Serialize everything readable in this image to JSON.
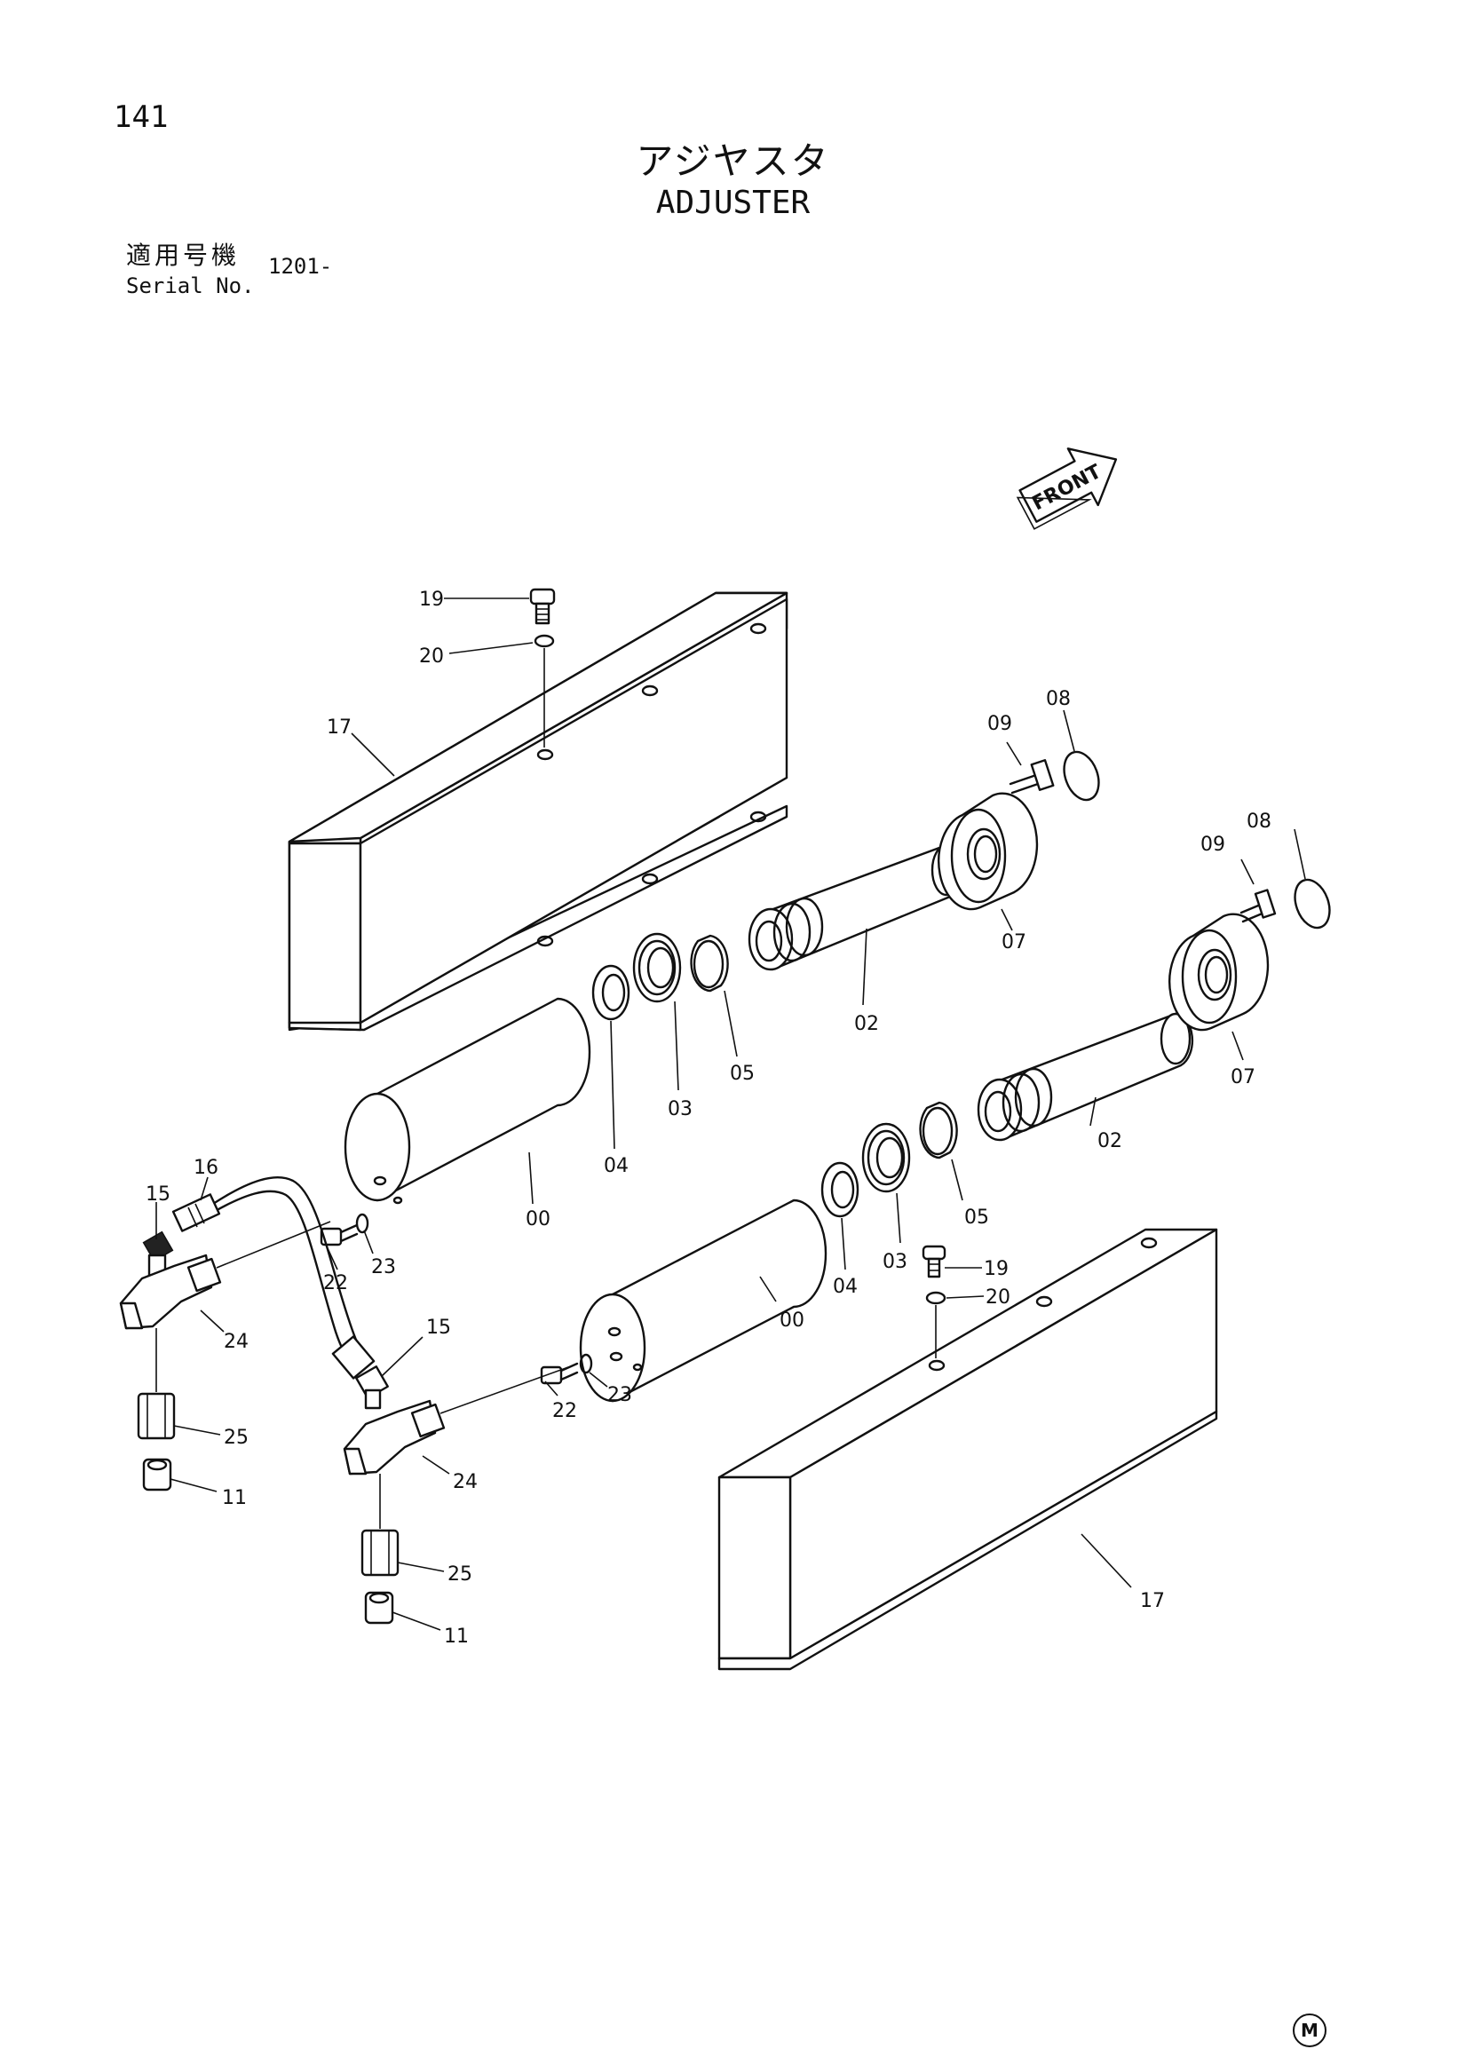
{
  "page_number": "141",
  "title_ja": "アジヤスタ",
  "title_en": "ADJUSTER",
  "serial": {
    "label_ja": "適用号機",
    "label_en": "Serial No.",
    "value": "1201-"
  },
  "front_label": "FRONT",
  "corner_mark": "M",
  "callouts": {
    "c19a": "19",
    "c20a": "20",
    "c17a": "17",
    "c09a": "09",
    "c08a": "08",
    "c07a": "07",
    "c02a": "02",
    "c05a": "05",
    "c03a": "03",
    "c04a": "04",
    "c00a": "00",
    "c09b": "09",
    "c08b": "08",
    "c07b": "07",
    "c02b": "02",
    "c05b": "05",
    "c03b": "03",
    "c04b": "04",
    "c00b": "00",
    "c16": "16",
    "c15a": "15",
    "c15b": "15",
    "c22a": "22",
    "c23a": "23",
    "c22b": "22",
    "c23b": "23",
    "c24a": "24",
    "c24b": "24",
    "c25a": "25",
    "c25b": "25",
    "c11a": "11",
    "c11b": "11",
    "c19b": "19",
    "c20b": "20",
    "c17b": "17"
  }
}
